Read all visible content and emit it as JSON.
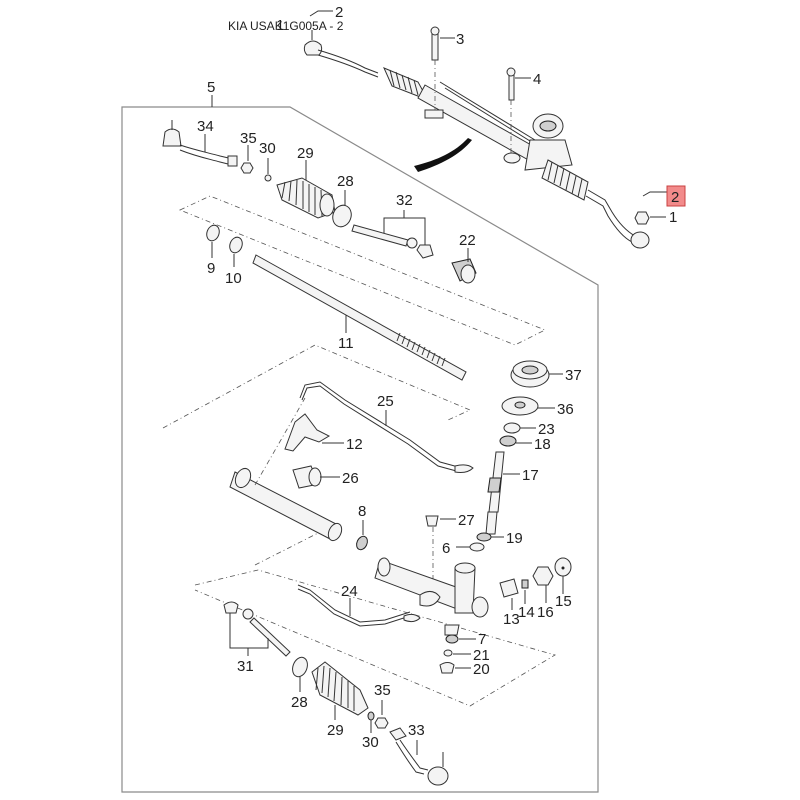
{
  "diagram": {
    "title": "KIA USAK1G005A - 2",
    "highlighted_part": "2",
    "highlight_color": "#f28b8b",
    "assembly_callouts": [
      {
        "id": "title-2",
        "label": "2"
      },
      {
        "id": "title-1",
        "label": "1"
      },
      {
        "id": "top-3",
        "label": "3"
      },
      {
        "id": "top-4",
        "label": "4"
      },
      {
        "id": "frame-5",
        "label": "5"
      },
      {
        "id": "right-2",
        "label": "2"
      },
      {
        "id": "right-1",
        "label": "1"
      }
    ],
    "parts": [
      {
        "id": "p34",
        "label": "34"
      },
      {
        "id": "p35a",
        "label": "35"
      },
      {
        "id": "p30a",
        "label": "30"
      },
      {
        "id": "p29a",
        "label": "29"
      },
      {
        "id": "p28a",
        "label": "28"
      },
      {
        "id": "p32",
        "label": "32"
      },
      {
        "id": "p22",
        "label": "22"
      },
      {
        "id": "p9",
        "label": "9"
      },
      {
        "id": "p10",
        "label": "10"
      },
      {
        "id": "p11",
        "label": "11"
      },
      {
        "id": "p37",
        "label": "37"
      },
      {
        "id": "p36",
        "label": "36"
      },
      {
        "id": "p23",
        "label": "23"
      },
      {
        "id": "p18",
        "label": "18"
      },
      {
        "id": "p17",
        "label": "17"
      },
      {
        "id": "p25",
        "label": "25"
      },
      {
        "id": "p12",
        "label": "12"
      },
      {
        "id": "p26",
        "label": "26"
      },
      {
        "id": "p8",
        "label": "8"
      },
      {
        "id": "p27",
        "label": "27"
      },
      {
        "id": "p19",
        "label": "19"
      },
      {
        "id": "p6",
        "label": "6"
      },
      {
        "id": "p24",
        "label": "24"
      },
      {
        "id": "p14",
        "label": "14"
      },
      {
        "id": "p16",
        "label": "16"
      },
      {
        "id": "p15",
        "label": "15"
      },
      {
        "id": "p13",
        "label": "13"
      },
      {
        "id": "p7",
        "label": "7"
      },
      {
        "id": "p31",
        "label": "31"
      },
      {
        "id": "p21",
        "label": "21"
      },
      {
        "id": "p20",
        "label": "20"
      },
      {
        "id": "p28b",
        "label": "28"
      },
      {
        "id": "p35b",
        "label": "35"
      },
      {
        "id": "p29b",
        "label": "29"
      },
      {
        "id": "p33",
        "label": "33"
      },
      {
        "id": "p30b",
        "label": "30"
      }
    ]
  }
}
